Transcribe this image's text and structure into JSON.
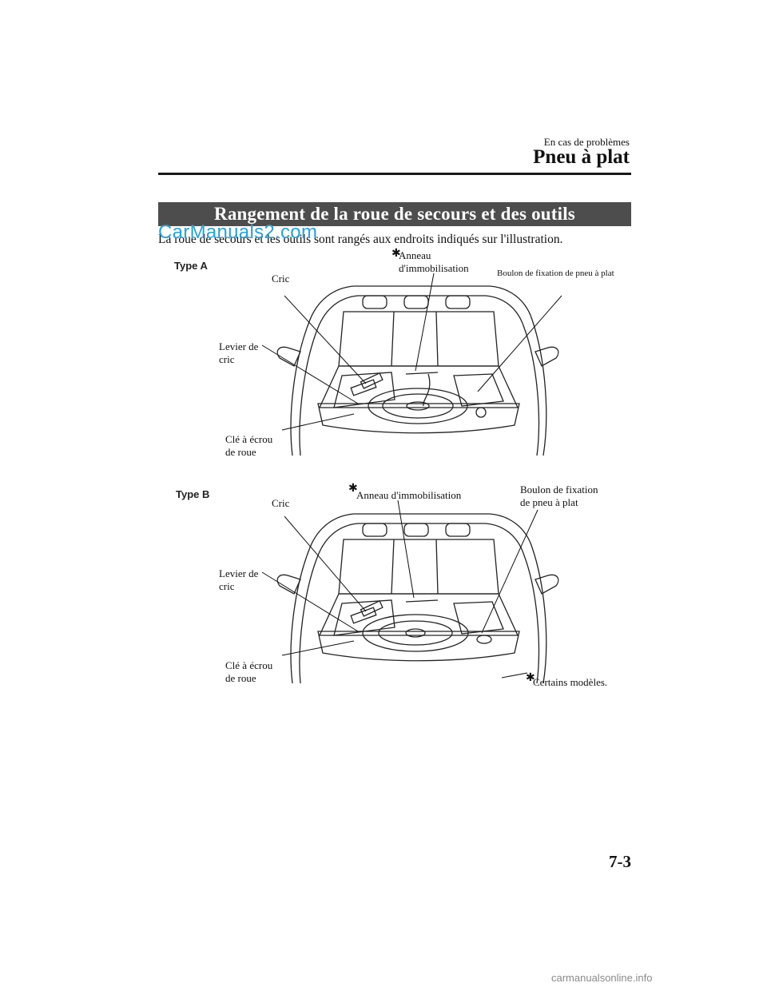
{
  "header": {
    "chapter": "En cas de problèmes",
    "section_title": "Pneu à plat"
  },
  "banner": {
    "title": "Rangement de la roue de secours et des outils"
  },
  "intro_text": "La roue de secours et les outils sont rangés aux endroits indiqués sur l'illustration.",
  "watermark": "CarManuals2.com",
  "figure_a": {
    "label": "Type A",
    "callouts": {
      "anneau_line1": "Anneau",
      "anneau_line2": "d'immobilisation",
      "boulon": "Boulon de fixation de pneu à plat",
      "cric": "Cric",
      "levier_line1": "Levier de",
      "levier_line2": "cric",
      "cle_line1": "Clé à écrou",
      "cle_line2": "de roue"
    }
  },
  "figure_b": {
    "label": "Type B",
    "callouts": {
      "anneau": "Anneau d'immobilisation",
      "boulon_line1": "Boulon de fixation",
      "boulon_line2": "de pneu à plat",
      "cric": "Cric",
      "levier_line1": "Levier de",
      "levier_line2": "cric",
      "cle_line1": "Clé à écrou",
      "cle_line2": "de roue"
    }
  },
  "footnote": "Certains modèles.",
  "asterisk_symbol": "✱",
  "page_number": "7-3",
  "footer_link": "carmanualsonline.info"
}
